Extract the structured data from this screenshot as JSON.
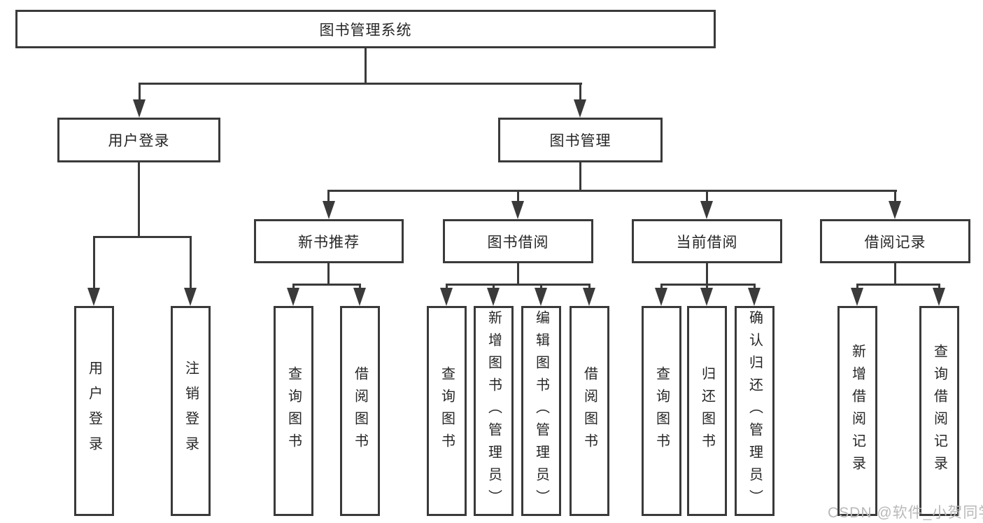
{
  "tree": {
    "root": {
      "label": "图书管理系统"
    },
    "branches": [
      {
        "label": "用户登录",
        "children": [
          {
            "label": "用户登录"
          },
          {
            "label": "注销登录"
          }
        ]
      },
      {
        "label": "图书管理",
        "children": [
          {
            "label": "新书推荐",
            "children": [
              {
                "label": "查询图书"
              },
              {
                "label": "借阅图书"
              }
            ]
          },
          {
            "label": "图书借阅",
            "children": [
              {
                "label": "查询图书"
              },
              {
                "label": "新增图书（管理员）"
              },
              {
                "label": "编辑图书（管理员）"
              },
              {
                "label": "借阅图书"
              }
            ]
          },
          {
            "label": "当前借阅",
            "children": [
              {
                "label": "查询图书"
              },
              {
                "label": "归还图书"
              },
              {
                "label": "确认归还（管理员）"
              }
            ]
          },
          {
            "label": "借阅记录",
            "children": [
              {
                "label": "新增借阅记录"
              },
              {
                "label": "查询借阅记录"
              }
            ]
          }
        ]
      }
    ]
  },
  "watermark": {
    "text": "CSDN @软件_小贺同学"
  },
  "colors": {
    "line": "#3a3a3a",
    "text": "#262626",
    "watermark_text": "#b9b9b9",
    "background": "#ffffff"
  }
}
